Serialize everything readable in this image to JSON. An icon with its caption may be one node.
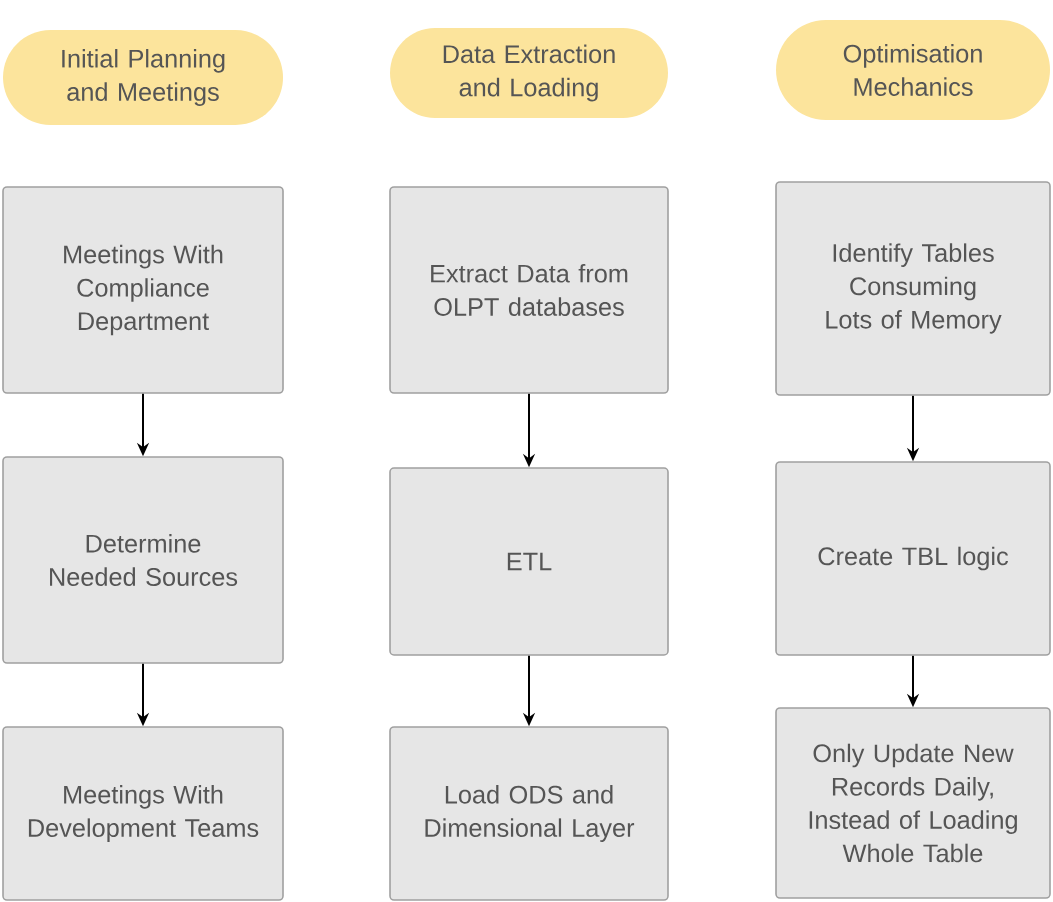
{
  "diagram": {
    "nodes": [
      {
        "text": [
          "Initial Planning and Meetings"
        ]
      },
      {
        "text": [
          "Data Extraction and Loading"
        ]
      },
      {
        "text": [
          "Optimisation Mechanics"
        ]
      },
      {
        "text": [
          "Meetings With Compliance Department"
        ]
      },
      {
        "text": [
          "Determine Needed Sources"
        ]
      },
      {
        "text": [
          "Meetings With Development Teams"
        ]
      },
      {
        "text": [
          "Extract Data from OLPT databases"
        ]
      },
      {
        "text": [
          "ETL"
        ]
      },
      {
        "text": [
          "Load ODS and Dimensional Layer"
        ]
      },
      {
        "text": [
          "Identify Tables Consuming Lots of Memory"
        ]
      },
      {
        "text": [
          "Create TBL logic"
        ]
      },
      {
        "text": [
          "Only Update New Records Daily, Instead of Loading Whole Table"
        ]
      }
    ],
    "edges": [
      {
        "from": 3,
        "to": 4,
        "arrow": "to"
      },
      {
        "from": 4,
        "to": 5,
        "arrow": "to"
      },
      {
        "from": 6,
        "to": 7,
        "arrow": "to"
      },
      {
        "from": 7,
        "to": 8,
        "arrow": "to"
      },
      {
        "from": 9,
        "to": 10,
        "arrow": "to"
      },
      {
        "from": 10,
        "to": 11,
        "arrow": "to"
      }
    ]
  }
}
